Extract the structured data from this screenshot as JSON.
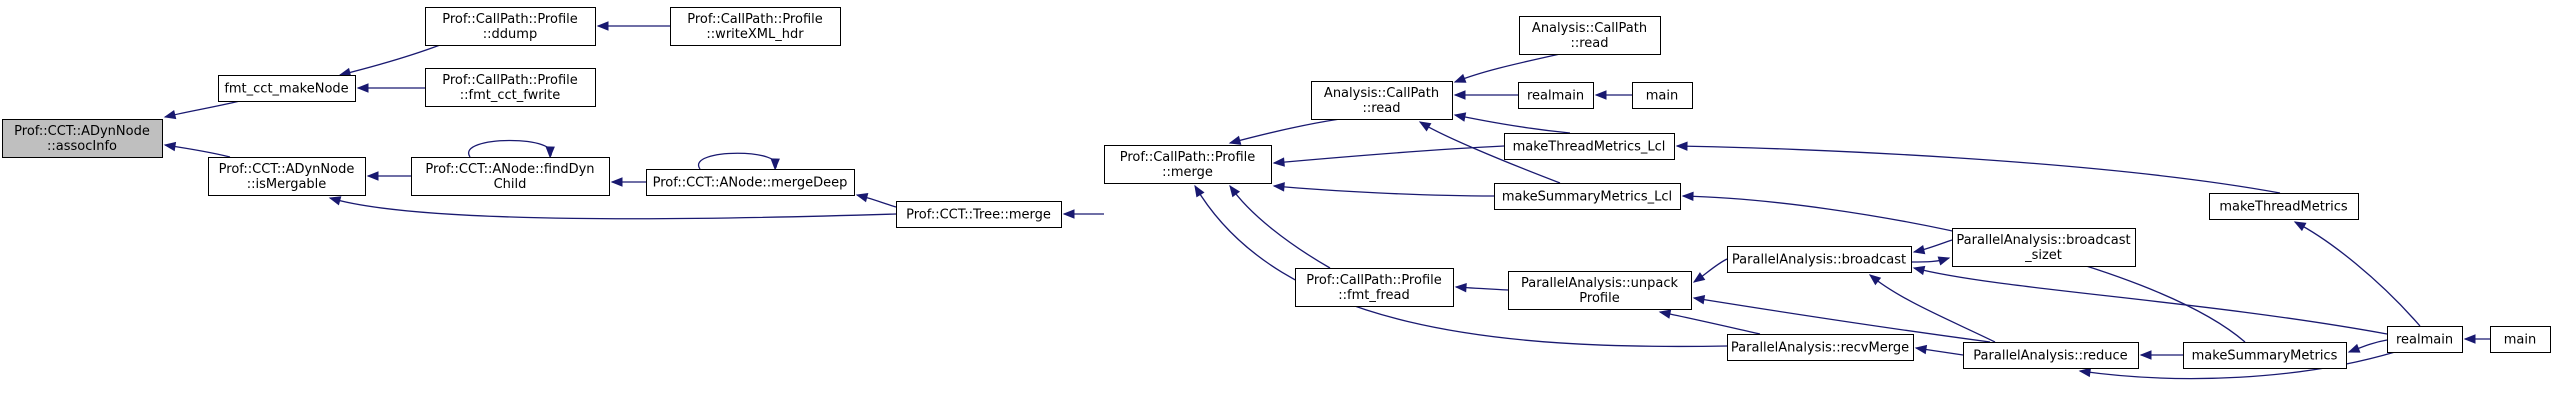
{
  "diagram": {
    "type": "caller-graph",
    "root": "n_assocInfo",
    "colors": {
      "edge": "#191970",
      "node_fill": "#ffffff",
      "root_fill": "#bfbfbf",
      "border": "#000000"
    },
    "nodes": [
      {
        "id": "n_assocInfo",
        "lines": [
          "Prof::CCT::ADynNode",
          "::assocInfo"
        ],
        "root": true
      },
      {
        "id": "n_fmt_cct_makeNode",
        "lines": [
          "fmt_cct_makeNode"
        ]
      },
      {
        "id": "n_isMergable",
        "lines": [
          "Prof::CCT::ADynNode",
          "::isMergable"
        ]
      },
      {
        "id": "n_ddump",
        "lines": [
          "Prof::CallPath::Profile",
          "::ddump"
        ]
      },
      {
        "id": "n_fmt_cct_fwrite",
        "lines": [
          "Prof::CallPath::Profile",
          "::fmt_cct_fwrite"
        ]
      },
      {
        "id": "n_writeXML_hdr",
        "lines": [
          "Prof::CallPath::Profile",
          "::writeXML_hdr"
        ]
      },
      {
        "id": "n_findDynChild",
        "lines": [
          "Prof::CCT::ANode::findDyn",
          "Child"
        ]
      },
      {
        "id": "n_mergeDeep",
        "lines": [
          "Prof::CCT::ANode::mergeDeep"
        ]
      },
      {
        "id": "n_tree_merge",
        "lines": [
          "Prof::CCT::Tree::merge"
        ]
      },
      {
        "id": "n_profile_merge",
        "lines": [
          "Prof::CallPath::Profile",
          "::merge"
        ]
      },
      {
        "id": "n_analysis_read1",
        "lines": [
          "Analysis::CallPath",
          "::read"
        ]
      },
      {
        "id": "n_analysis_read2",
        "lines": [
          "Analysis::CallPath",
          "::read"
        ]
      },
      {
        "id": "n_realmain1",
        "lines": [
          "realmain"
        ]
      },
      {
        "id": "n_main1",
        "lines": [
          "main"
        ]
      },
      {
        "id": "n_makeThreadMetrics_Lcl",
        "lines": [
          "makeThreadMetrics_Lcl"
        ]
      },
      {
        "id": "n_makeSummaryMetrics_Lcl",
        "lines": [
          "makeSummaryMetrics_Lcl"
        ]
      },
      {
        "id": "n_makeThreadMetrics",
        "lines": [
          "makeThreadMetrics"
        ]
      },
      {
        "id": "n_fmt_fread",
        "lines": [
          "Prof::CallPath::Profile",
          "::fmt_fread"
        ]
      },
      {
        "id": "n_unpackProfile",
        "lines": [
          "ParallelAnalysis::unpack",
          "Profile"
        ]
      },
      {
        "id": "n_broadcast",
        "lines": [
          "ParallelAnalysis::broadcast"
        ]
      },
      {
        "id": "n_broadcast_sizet",
        "lines": [
          "ParallelAnalysis::broadcast",
          "_sizet"
        ]
      },
      {
        "id": "n_recvMerge",
        "lines": [
          "ParallelAnalysis::recvMerge"
        ]
      },
      {
        "id": "n_reduce",
        "lines": [
          "ParallelAnalysis::reduce"
        ]
      },
      {
        "id": "n_makeSummaryMetrics",
        "lines": [
          "makeSummaryMetrics"
        ]
      },
      {
        "id": "n_realmain2",
        "lines": [
          "realmain"
        ]
      },
      {
        "id": "n_main2",
        "lines": [
          "main"
        ]
      }
    ],
    "edges": [
      {
        "from": "n_fmt_cct_makeNode",
        "to": "n_assocInfo"
      },
      {
        "from": "n_isMergable",
        "to": "n_assocInfo"
      },
      {
        "from": "n_ddump",
        "to": "n_fmt_cct_makeNode"
      },
      {
        "from": "n_fmt_cct_fwrite",
        "to": "n_fmt_cct_makeNode"
      },
      {
        "from": "n_writeXML_hdr",
        "to": "n_ddump"
      },
      {
        "from": "n_findDynChild",
        "to": "n_isMergable"
      },
      {
        "from": "n_tree_merge",
        "to": "n_isMergable"
      },
      {
        "from": "n_findDynChild",
        "to": "n_findDynChild"
      },
      {
        "from": "n_mergeDeep",
        "to": "n_findDynChild"
      },
      {
        "from": "n_mergeDeep",
        "to": "n_mergeDeep"
      },
      {
        "from": "n_tree_merge",
        "to": "n_mergeDeep"
      },
      {
        "from": "n_profile_merge",
        "to": "n_tree_merge"
      },
      {
        "from": "n_analysis_read1",
        "to": "n_profile_merge"
      },
      {
        "from": "n_makeThreadMetrics_Lcl",
        "to": "n_profile_merge"
      },
      {
        "from": "n_makeSummaryMetrics_Lcl",
        "to": "n_profile_merge"
      },
      {
        "from": "n_fmt_fread",
        "to": "n_profile_merge"
      },
      {
        "from": "n_recvMerge",
        "to": "n_profile_merge"
      },
      {
        "from": "n_analysis_read2",
        "to": "n_analysis_read1"
      },
      {
        "from": "n_realmain1",
        "to": "n_analysis_read1"
      },
      {
        "from": "n_makeThreadMetrics_Lcl",
        "to": "n_analysis_read1"
      },
      {
        "from": "n_makeSummaryMetrics_Lcl",
        "to": "n_analysis_read1"
      },
      {
        "from": "n_main1",
        "to": "n_realmain1"
      },
      {
        "from": "n_makeThreadMetrics",
        "to": "n_makeThreadMetrics_Lcl"
      },
      {
        "from": "n_makeSummaryMetrics",
        "to": "n_makeSummaryMetrics_Lcl"
      },
      {
        "from": "n_realmain2",
        "to": "n_makeThreadMetrics"
      },
      {
        "from": "n_unpackProfile",
        "to": "n_fmt_fread"
      },
      {
        "from": "n_broadcast",
        "to": "n_unpackProfile"
      },
      {
        "from": "n_recvMerge",
        "to": "n_unpackProfile"
      },
      {
        "from": "n_reduce",
        "to": "n_unpackProfile"
      },
      {
        "from": "n_broadcast_sizet",
        "to": "n_broadcast"
      },
      {
        "from": "n_broadcast",
        "to": "n_broadcast_sizet"
      },
      {
        "from": "n_reduce",
        "to": "n_broadcast"
      },
      {
        "from": "n_realmain2",
        "to": "n_broadcast"
      },
      {
        "from": "n_reduce",
        "to": "n_recvMerge"
      },
      {
        "from": "n_makeSummaryMetrics",
        "to": "n_reduce"
      },
      {
        "from": "n_realmain2",
        "to": "n_makeSummaryMetrics"
      },
      {
        "from": "n_main2",
        "to": "n_realmain2"
      },
      {
        "from": "n_realmain2",
        "to": "n_reduce"
      }
    ]
  }
}
